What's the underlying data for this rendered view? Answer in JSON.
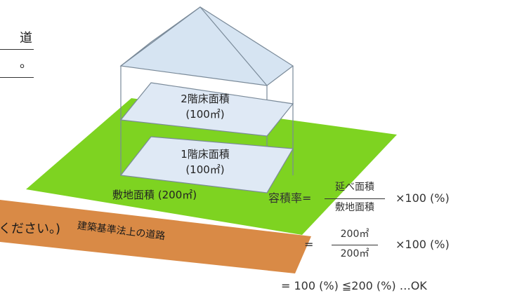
{
  "fragments": {
    "top_char": "道",
    "top_punct": "。"
  },
  "floors": {
    "second": {
      "label": "2階床面積",
      "area": "(100㎡)"
    },
    "first": {
      "label": "1階床面積",
      "area": "(100㎡)"
    }
  },
  "site": {
    "label": "敷地面積 (200㎡)"
  },
  "road": {
    "label": "建築基準法上の道路"
  },
  "overflow_text": "ください。)",
  "formula": {
    "line1_lhs": "容積率=",
    "line1_numerator": "延べ面積",
    "line1_denominator": "敷地面積",
    "line1_multiplier": "×100 (%)",
    "line2_lhs": "=",
    "line2_numerator": "200㎡",
    "line2_denominator": "200㎡",
    "line2_multiplier": "×100 (%)",
    "result": "= 100 (%) ≦200 (%) …OK"
  },
  "colors": {
    "site_fill": "#7ed321",
    "road_fill": "#d98a46",
    "roof_fill": "#d6e4f2",
    "floor_fill": "#dfe9f5",
    "building_edge": "#7a8a99"
  }
}
